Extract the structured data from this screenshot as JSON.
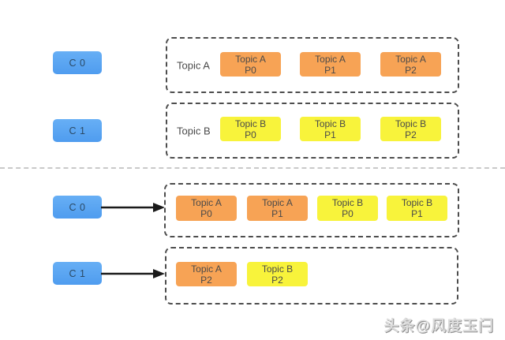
{
  "watermark": {
    "text": "头条@风度玉闩"
  },
  "colors": {
    "consumer_blue": "#59a3f0",
    "topic_a_orange": "#f7a355",
    "topic_b_yellow": "#f8f33b",
    "dashed_border": "#4d4d4d",
    "divider_gray": "#c9c9c9",
    "label_text": "#4a4a4a",
    "consumer_text": "#2b4a66",
    "arrow_black": "#1a1a1a"
  },
  "before": {
    "consumers": [
      {
        "label": "C 0"
      },
      {
        "label": "C 1"
      }
    ],
    "groups": [
      {
        "label": "Topic A",
        "partitions": [
          {
            "title": "Topic A",
            "sub": "P0"
          },
          {
            "title": "Topic A",
            "sub": "P1"
          },
          {
            "title": "Topic A",
            "sub": "P2"
          }
        ]
      },
      {
        "label": "Topic B",
        "partitions": [
          {
            "title": "Topic B",
            "sub": "P0"
          },
          {
            "title": "Topic B",
            "sub": "P1"
          },
          {
            "title": "Topic B",
            "sub": "P2"
          }
        ]
      }
    ]
  },
  "after": {
    "consumers": [
      {
        "label": "C 0"
      },
      {
        "label": "C 1"
      }
    ],
    "assignments": [
      {
        "partitions": [
          {
            "title": "Topic A",
            "sub": "P0"
          },
          {
            "title": "Topic A",
            "sub": "P1"
          },
          {
            "title": "Topic B",
            "sub": "P0"
          },
          {
            "title": "Topic B",
            "sub": "P1"
          }
        ]
      },
      {
        "partitions": [
          {
            "title": "Topic A",
            "sub": "P2"
          },
          {
            "title": "Topic B",
            "sub": "P2"
          }
        ]
      }
    ]
  }
}
